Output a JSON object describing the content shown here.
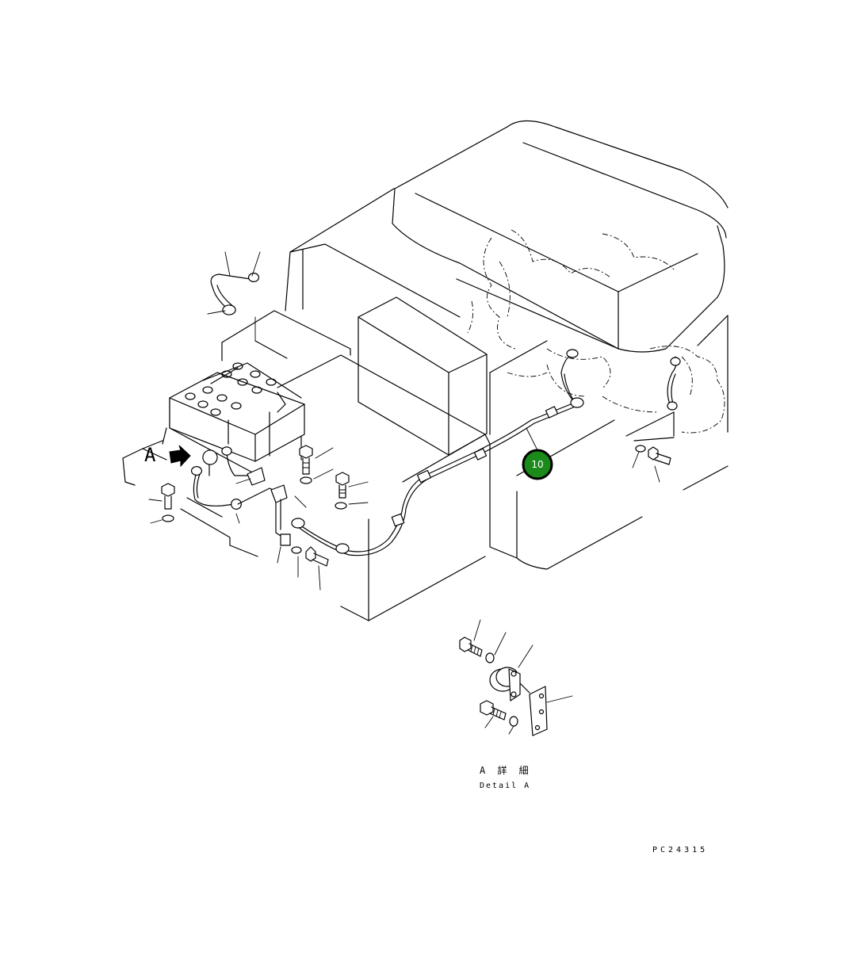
{
  "diagram": {
    "view_letter": "A",
    "callout": {
      "number": "10",
      "color": "#1a8a1a",
      "ring_color": "#000000"
    },
    "detail": {
      "title_jp": "A 詳 細",
      "title_en": "Detail A"
    },
    "drawing_code": "PC24315",
    "icons": [
      "arrow-right-icon"
    ]
  }
}
